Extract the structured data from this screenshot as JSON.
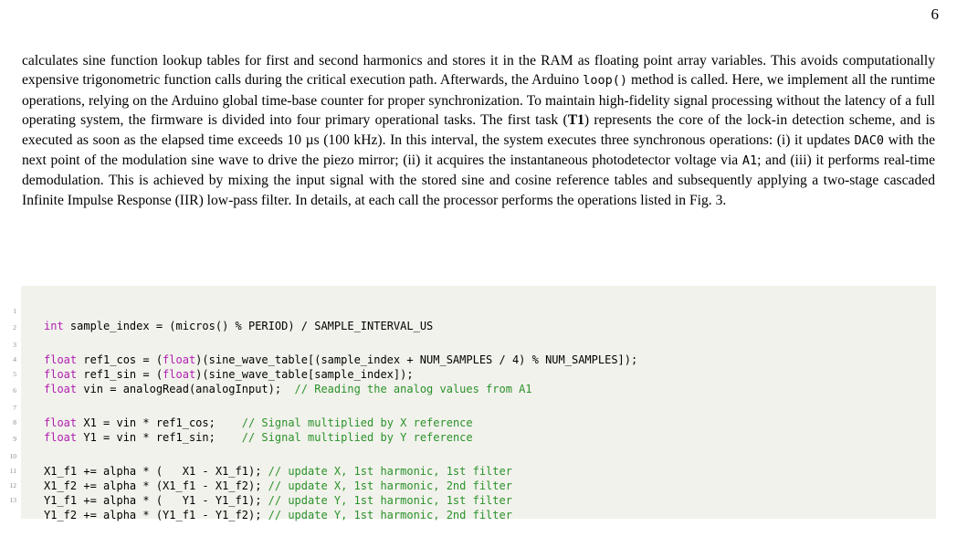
{
  "page_number": "6",
  "paragraph": {
    "p1": "calculates sine function lookup tables for first and second harmonics and stores it in the RAM as floating point array variables. This avoids computationally expensive trigonometric function calls during the critical execution path. Afterwards, the Arduino ",
    "code_loop": "loop()",
    "p2": " method is called. Here, we implement all the runtime operations, relying on the Arduino global time-base counter for proper synchronization. To maintain high-fidelity signal processing without the latency of a full operating system, the firmware is divided into four primary operational tasks. The first task (",
    "task_label": "T1",
    "p3": ") represents the core of the lock-in detection scheme, and is executed as soon as the elapsed time exceeds 10 µs (100 kHz). In this interval, the system executes three synchronous operations: (i) it updates ",
    "code_dac": "DAC0",
    "p4": " with the next point of the modulation sine wave to drive the piezo mirror; (ii) it acquires the instantaneous photodetector voltage via ",
    "code_a1": "A1",
    "p5": "; and (iii) it performs real-time demodulation. This is achieved by mixing the input signal with the stored sine and cosine reference tables and subsequently applying a two-stage cascaded Infinite Impulse Response (IIR) low-pass filter. In details, at each call the processor performs the operations listed in Fig. 3."
  },
  "code": {
    "line_numbers": [
      "1",
      "2",
      "3",
      "4",
      "5",
      "6",
      "7",
      "8",
      "9",
      "10",
      "11",
      "12",
      "13"
    ],
    "l1": {
      "kw": "int",
      "rest": " sample_index = (micros() % PERIOD) / SAMPLE_INTERVAL_US"
    },
    "l3": {
      "kw1": "float",
      "mid1": " ref1_cos = (",
      "kw2": "float",
      "rest": ")(sine_wave_table[(sample_index + NUM_SAMPLES / 4) % NUM_SAMPLES]);"
    },
    "l4": {
      "kw1": "float",
      "mid1": " ref1_sin = (",
      "kw2": "float",
      "rest": ")(sine_wave_table[sample_index]);"
    },
    "l5": {
      "kw": "float",
      "rest": " vin = analogRead(analogInput);  ",
      "comment": "// Reading the analog values from A1"
    },
    "l7": {
      "kw": "float",
      "rest": " X1 = vin * ref1_cos;    ",
      "comment": "// Signal multiplied by X reference"
    },
    "l8": {
      "kw": "float",
      "rest": " Y1 = vin * ref1_sin;    ",
      "comment": "// Signal multiplied by Y reference"
    },
    "l10": {
      "code": "X1_f1 += alpha * (   X1 - X1_f1); ",
      "comment": "// update X, 1st harmonic, 1st filter"
    },
    "l11": {
      "code": "X1_f2 += alpha * (X1_f1 - X1_f2); ",
      "comment": "// update X, 1st harmonic, 2nd filter"
    },
    "l12": {
      "code": "Y1_f1 += alpha * (   Y1 - Y1_f1); ",
      "comment": "// update Y, 1st harmonic, 1st filter"
    },
    "l13": {
      "code": "Y1_f2 += alpha * (Y1_f1 - Y1_f2); ",
      "comment": "// update Y, 1st harmonic, 2nd filter"
    }
  }
}
